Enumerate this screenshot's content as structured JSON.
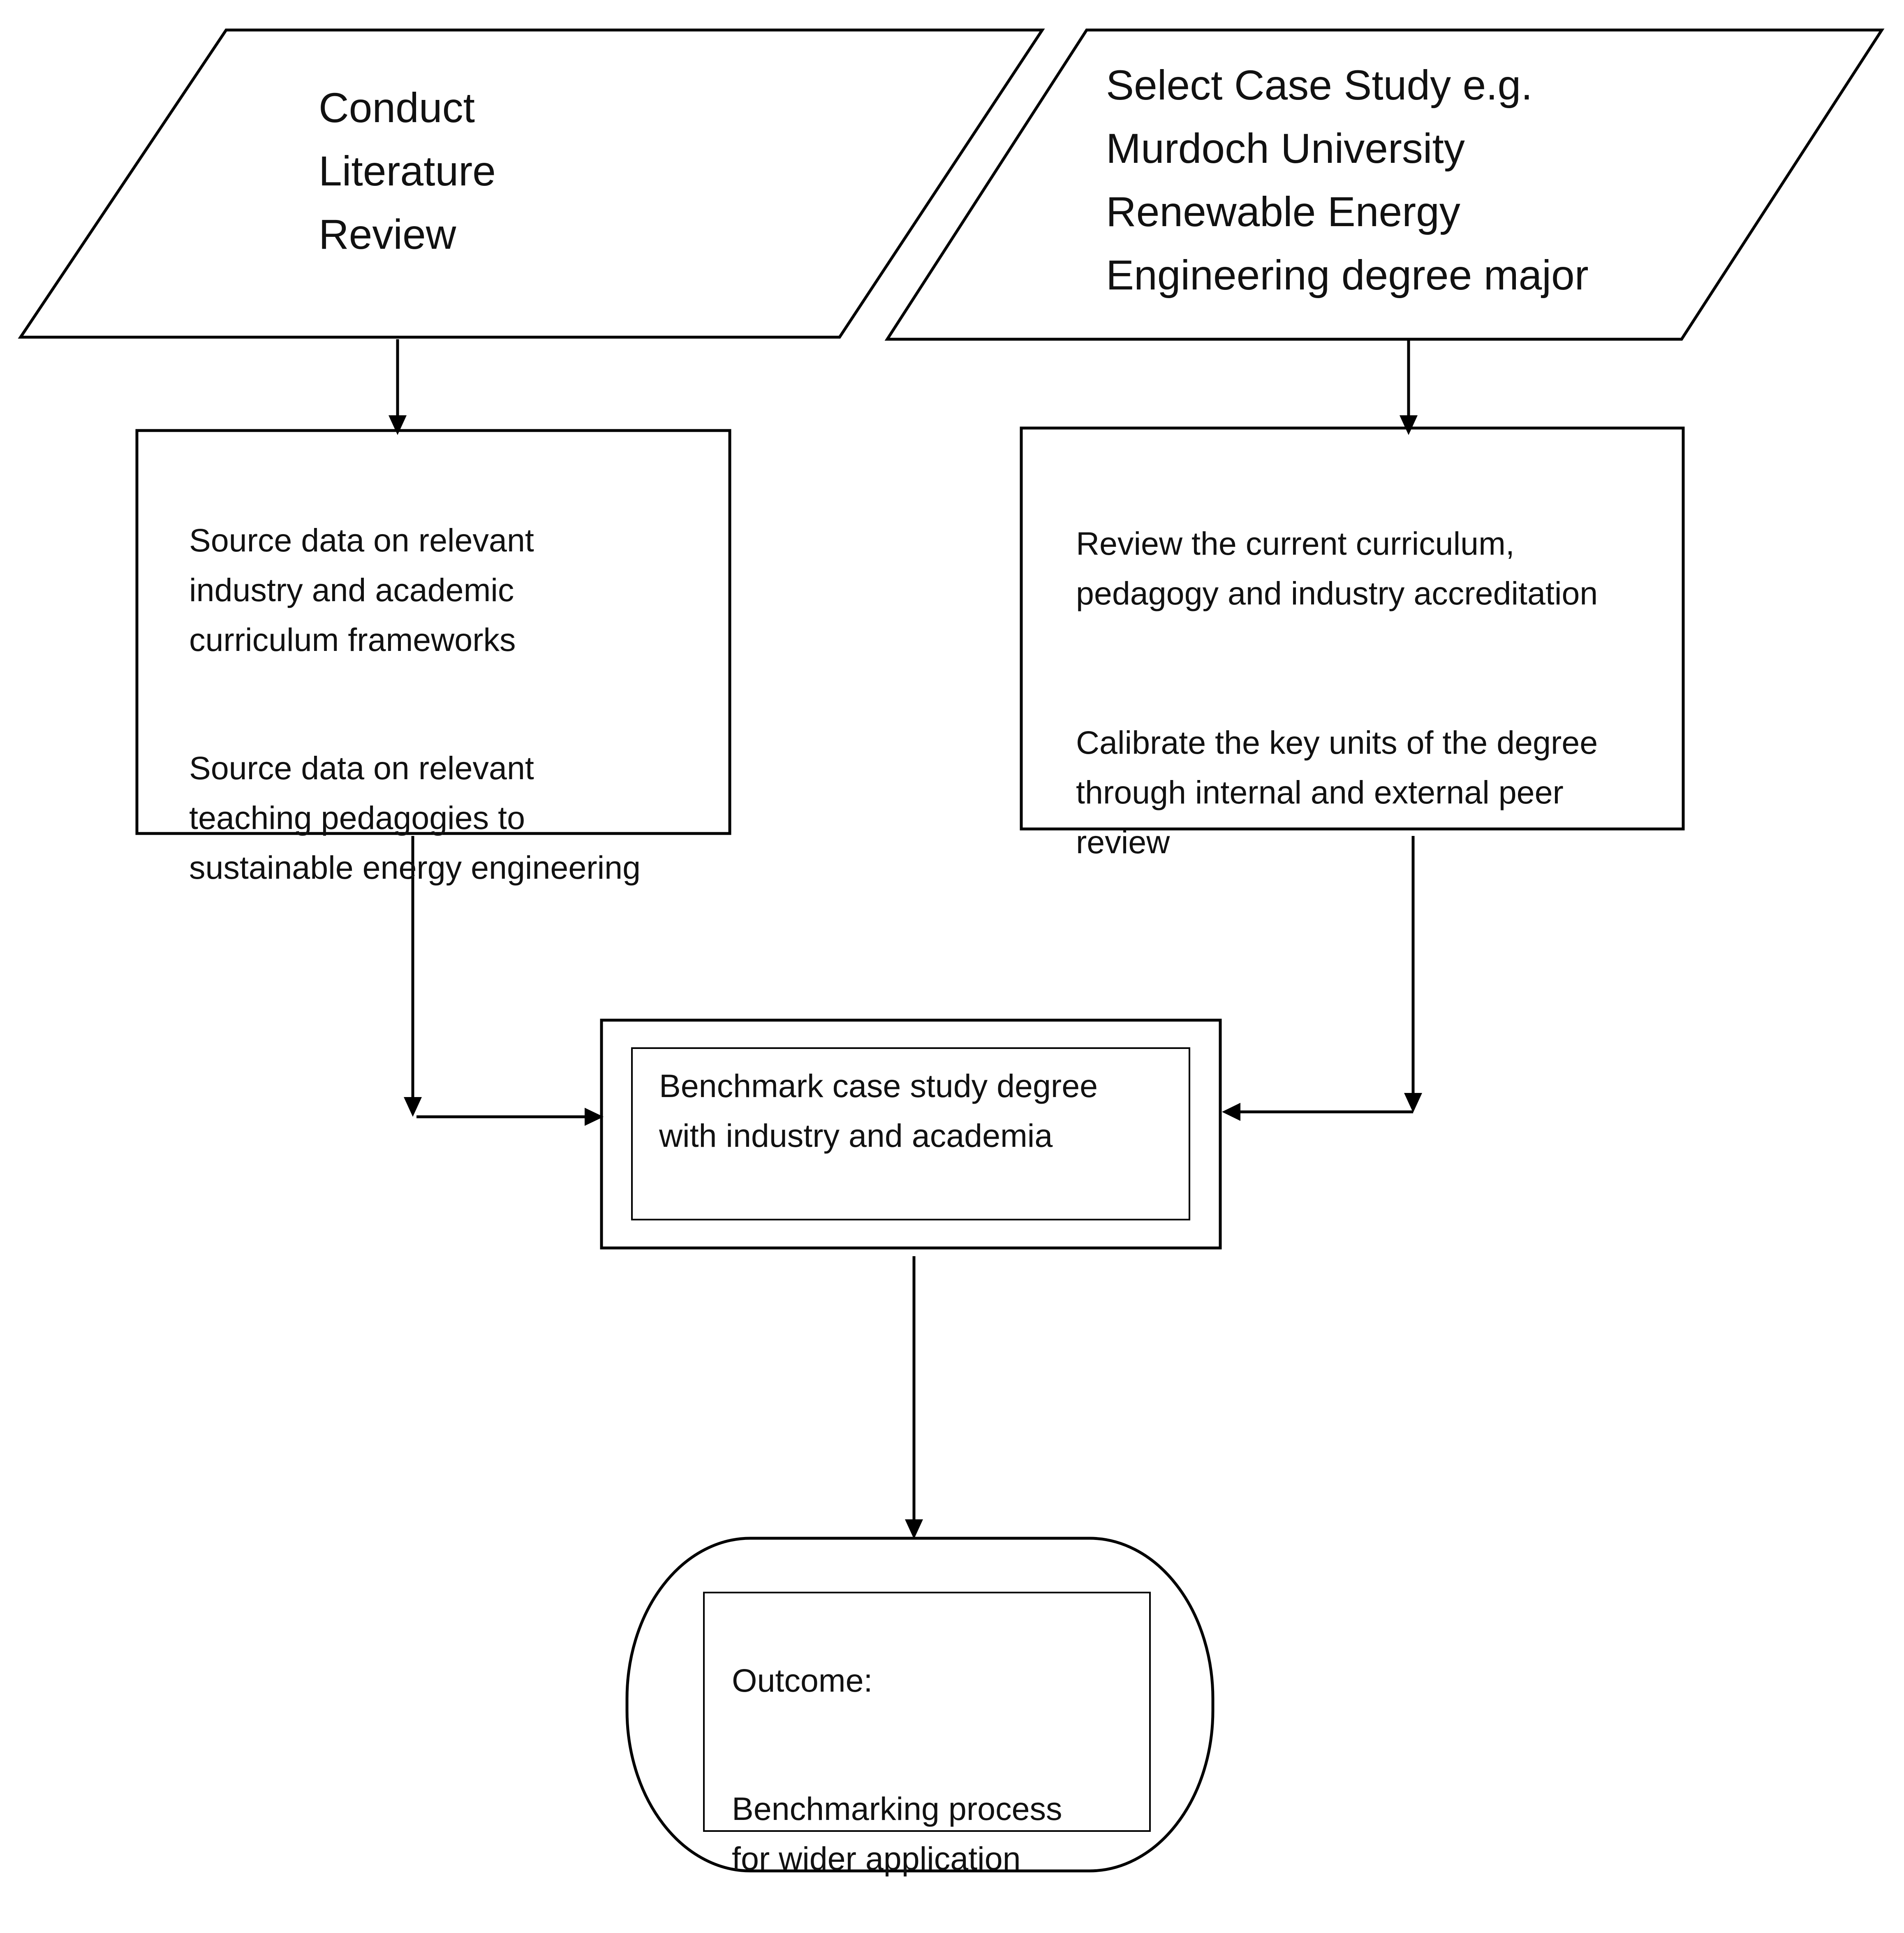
{
  "nodes": {
    "literature_review": {
      "shape": "parallelogram",
      "text": "Conduct\nLiterature\nReview"
    },
    "case_study": {
      "shape": "parallelogram",
      "text": "Select Case Study e.g.\nMurdoch University\nRenewable Energy\nEngineering degree major"
    },
    "source_data": {
      "shape": "rectangle",
      "paragraphs": [
        "Source data on relevant\nindustry and academic\ncurriculum frameworks",
        "Source data on relevant\nteaching pedagogies to\nsustainable energy engineering"
      ]
    },
    "review_curriculum": {
      "shape": "rectangle",
      "paragraphs": [
        "Review the current curriculum,\npedagogy and industry accreditation",
        "Calibrate the key units of the degree\nthrough internal and external peer\nreview"
      ]
    },
    "benchmark": {
      "shape": "double-rectangle",
      "text": "Benchmark case study degree\nwith industry and academia"
    },
    "outcome": {
      "shape": "rounded-terminator",
      "paragraphs": [
        "Outcome:",
        "Benchmarking process\nfor wider application"
      ]
    }
  },
  "edges": [
    {
      "from": "literature_review",
      "to": "source_data"
    },
    {
      "from": "case_study",
      "to": "review_curriculum"
    },
    {
      "from": "source_data",
      "to": "benchmark"
    },
    {
      "from": "review_curriculum",
      "to": "benchmark"
    },
    {
      "from": "benchmark",
      "to": "outcome"
    }
  ],
  "colors": {
    "stroke": "#000000",
    "fill": "#ffffff",
    "text": "#111111"
  }
}
